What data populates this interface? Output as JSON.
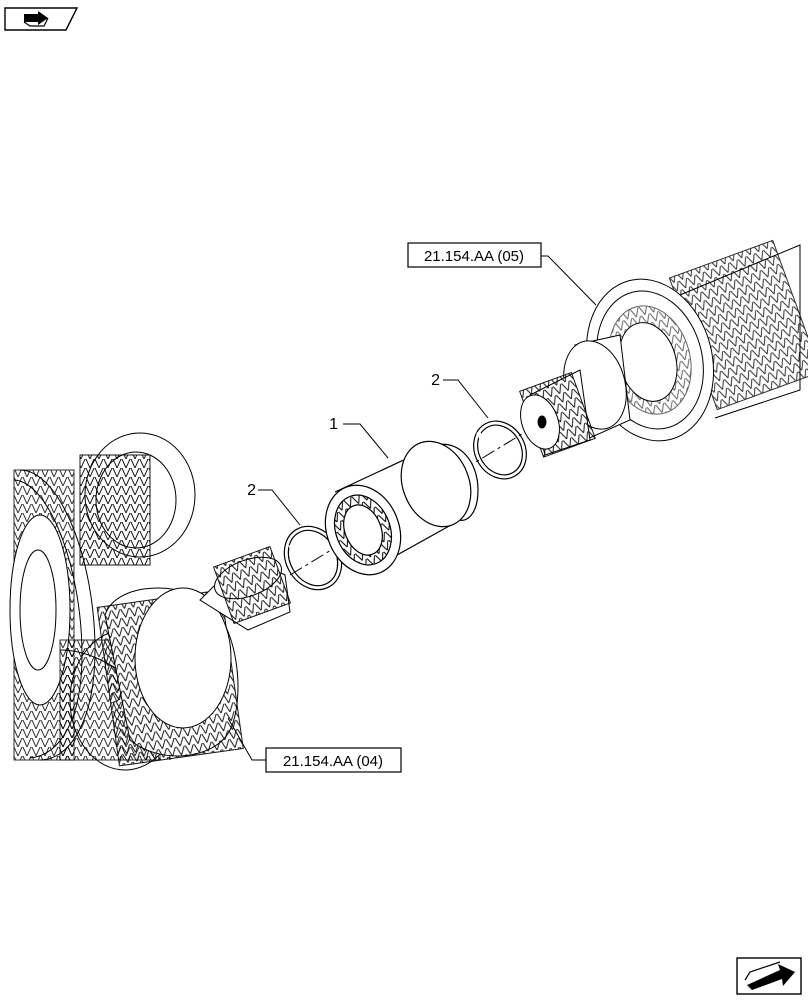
{
  "callouts": [
    {
      "label": "1",
      "part": "needle-roller-bearing"
    },
    {
      "label": "2",
      "part": "snap-ring"
    },
    {
      "label": "2",
      "part": "snap-ring"
    }
  ],
  "references": {
    "upper": "21.154.AA (05)",
    "lower": "21.154.AA (04)"
  },
  "icons": {
    "top_left": "part-group-nav-icon",
    "bottom_right": "next-page-arrow-icon"
  },
  "colors": {
    "line": "#000000",
    "background": "#ffffff"
  }
}
